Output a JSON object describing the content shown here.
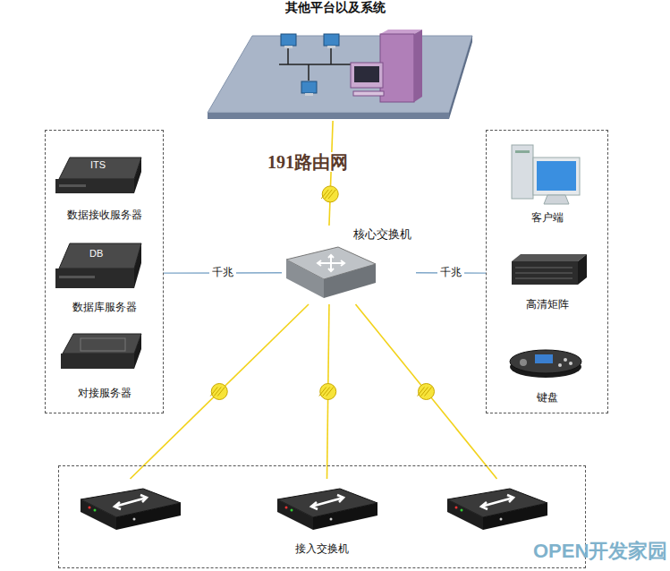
{
  "diagram": {
    "nodes": [
      {
        "text": [
          "其他平台以及系统"
        ]
      },
      {
        "text": []
      },
      {
        "text": [
          "数据接收服务器"
        ],
        "in": 1
      },
      {
        "text": [
          "数据库服务器"
        ],
        "in": 1
      },
      {
        "text": [
          "对接服务器"
        ],
        "in": 1
      },
      {
        "text": [
          "核心交换机"
        ]
      },
      {
        "text": []
      },
      {
        "text": [
          "客户端"
        ],
        "in": 6
      },
      {
        "text": [
          "高清矩阵"
        ],
        "in": 6
      },
      {
        "text": [
          "键盘"
        ],
        "in": 6
      },
      {
        "text": [
          "接入交换机"
        ]
      },
      {
        "text": [],
        "in": 10
      },
      {
        "text": [],
        "in": 10
      },
      {
        "text": [],
        "in": 10
      }
    ],
    "edges": [
      {
        "from": 5,
        "to": 0,
        "arrow": "none"
      },
      {
        "from": 5,
        "to": 1,
        "label": "千兆",
        "arrow": "none"
      },
      {
        "from": 5,
        "to": 6,
        "label": "千兆",
        "arrow": "none"
      },
      {
        "from": 5,
        "to": 11,
        "arrow": "none"
      },
      {
        "from": 5,
        "to": 12,
        "arrow": "none"
      },
      {
        "from": 5,
        "to": 13,
        "arrow": "none"
      }
    ],
    "labels": [
      "191路由网",
      "ITS",
      "DB",
      "OPEN开发家园"
    ]
  }
}
